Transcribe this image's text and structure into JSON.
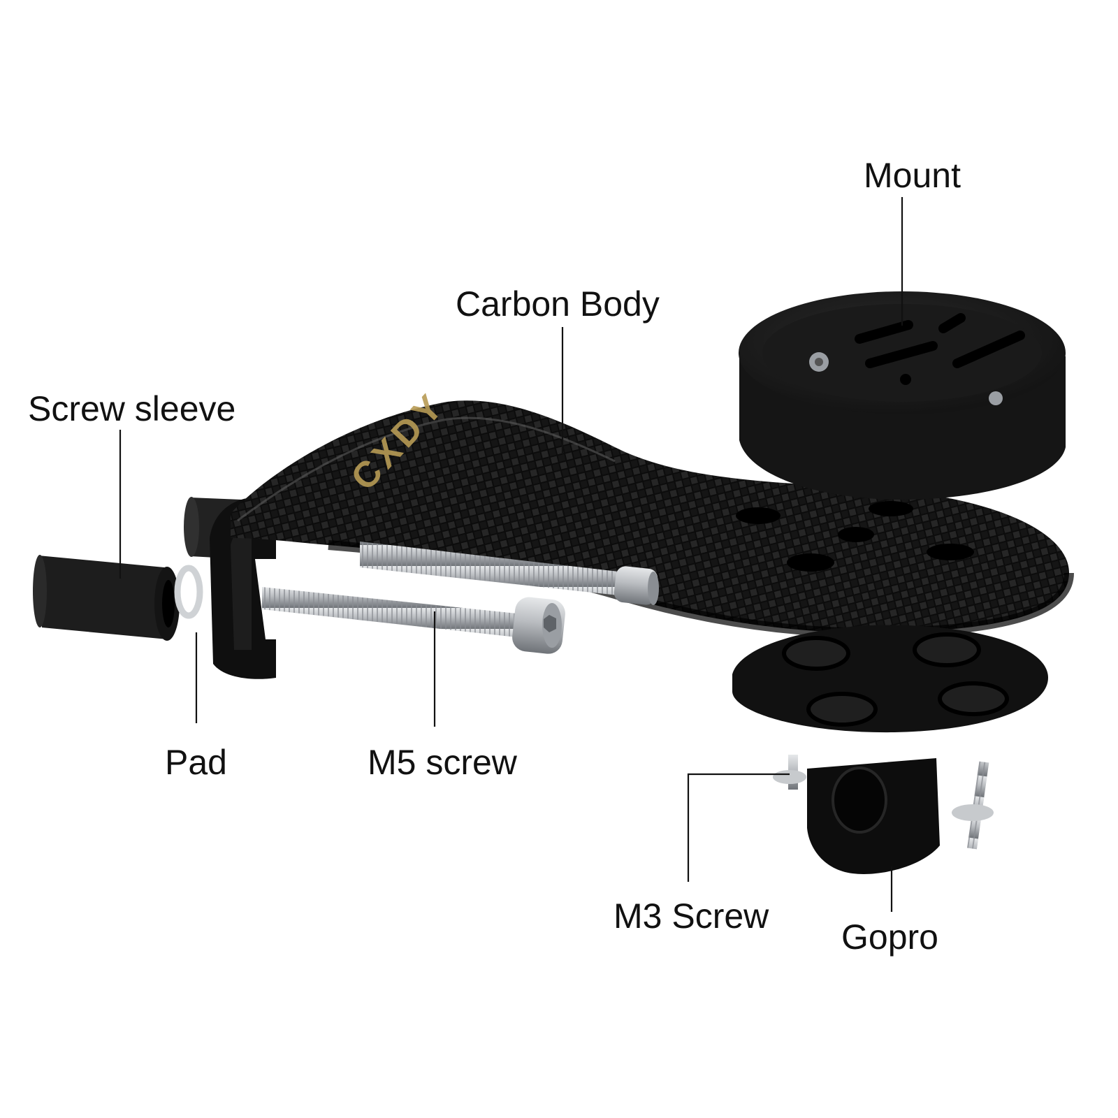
{
  "labels": {
    "mount": "Mount",
    "carbon_body": "Carbon Body",
    "screw_sleeve": "Screw sleeve",
    "pad": "Pad",
    "m5_screw": "M5 screw",
    "m3_screw": "M3 Screw",
    "gopro": "Gopro"
  },
  "brand_logo_text": "CXDY",
  "colors": {
    "background": "#ffffff",
    "carbon": "#0e0e0e",
    "carbon_highlight": "#3a3a3a",
    "rubber": "#1c1c1c",
    "steel": "#b9bcc0",
    "steel_dark": "#7f8388",
    "logo_gold": "#b79b55",
    "text": "#111111"
  }
}
